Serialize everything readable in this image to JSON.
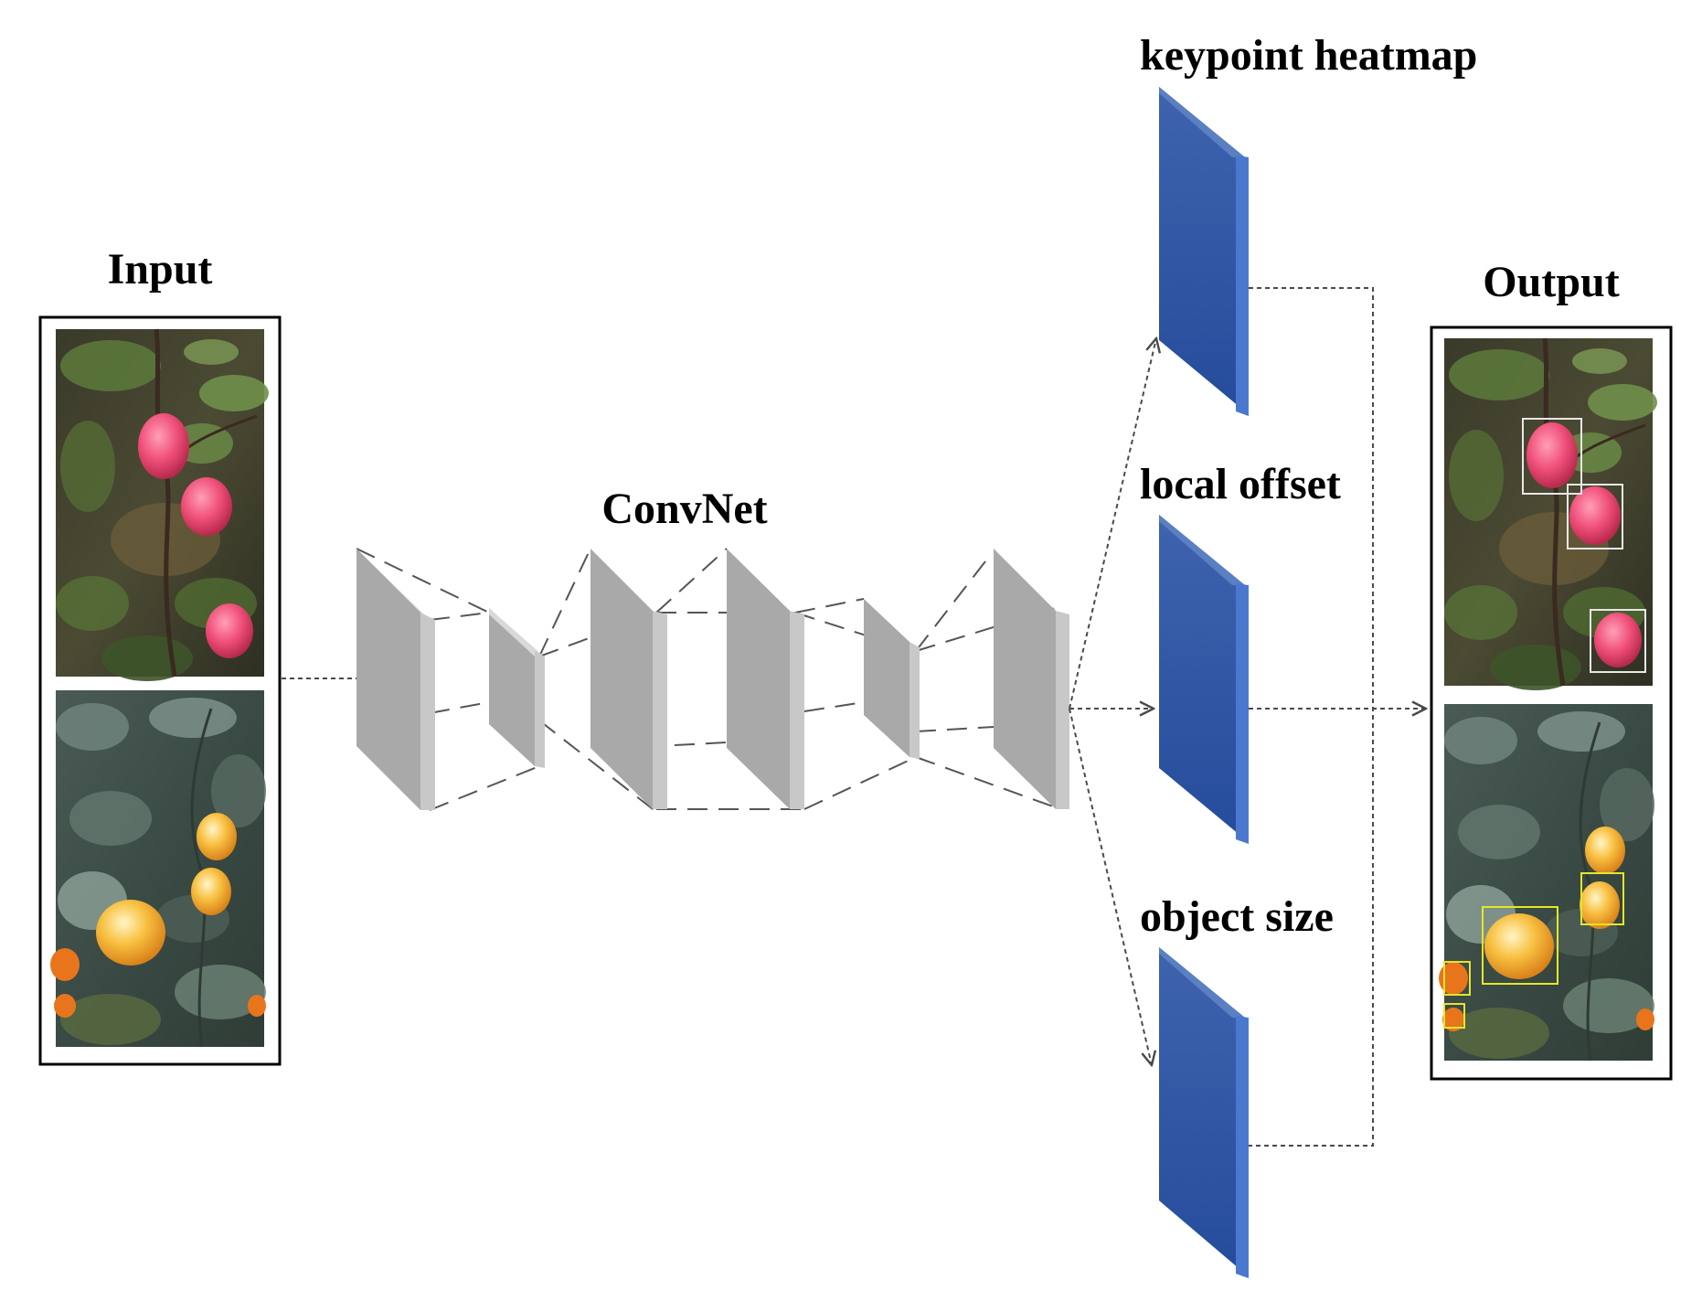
{
  "labels": {
    "input": "Input",
    "output": "Output",
    "convnet": "ConvNet",
    "heads": {
      "heatmap": "keypoint heatmap",
      "offset": "local offset",
      "size": "object size"
    }
  },
  "colors": {
    "background": "#ffffff",
    "frame": "#000000",
    "layer_face": "#a9a9a9",
    "layer_side": "#c8c8c8",
    "layer_top": "#d9d9d9",
    "head_face": "#2d56a5",
    "head_side": "#4a78cf",
    "head_top": "#5a7fc2",
    "connector": "#4a4a4a",
    "box_apple": "#e8e8e8",
    "box_orange": "#e6e62a"
  },
  "panels": {
    "top_scene": "apple-tree-photo",
    "bottom_scene": "orange-tree-photo"
  },
  "detections": {
    "apple_count": 3,
    "orange_count": 4
  }
}
